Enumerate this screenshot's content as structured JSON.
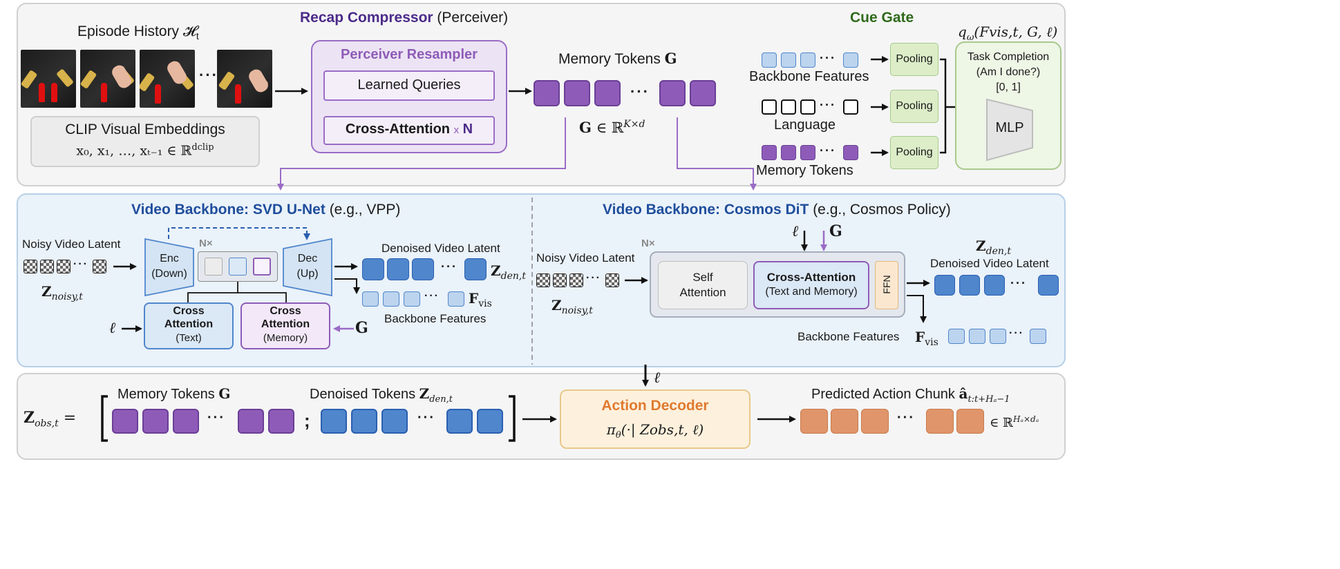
{
  "top": {
    "episode_history": "Episode History 𝓗",
    "episode_history_sub": "t",
    "clip_label": "CLIP Visual Embeddings",
    "clip_formula": "x₀, x₁, …, xₜ₋₁ ∈ ℝ",
    "clip_formula_sup": "dclip",
    "recap_title_bold": "Recap Compressor",
    "recap_title_rest": "(Perceiver)",
    "perceiver_title": "Perceiver Resampler",
    "learned_queries": "Learned Queries",
    "cross_attention": "Cross-Attention",
    "cross_attention_x": "x",
    "cross_attention_n": "N",
    "memory_tokens_title": "Memory Tokens ",
    "memory_tokens_bold": "G",
    "memory_formula_g": "G",
    "memory_formula": " ∈ ℝ",
    "memory_formula_sup": "K×d",
    "cue_gate": "Cue Gate",
    "q_formula": "q",
    "q_sub": "ω",
    "q_args": "(Fvis,t, G, ℓ)",
    "backbone_features": "Backbone Features",
    "language": "Language",
    "memory_tokens": "Memory Tokens",
    "pooling": "Pooling",
    "task_completion": "Task Completion",
    "am_i_done": "(Am I done?)",
    "range": "[0, 1]",
    "mlp": "MLP"
  },
  "middle": {
    "unet_title_bold": "Video Backbone: SVD U-Net",
    "unet_title_rest": "(e.g., VPP)",
    "noisy_latent": "Noisy Video Latent",
    "z_noisy": "Z",
    "z_noisy_sub": "noisy,t",
    "enc_1": "Enc",
    "enc_2": "(Down)",
    "dec_1": "Dec",
    "dec_2": "(Up)",
    "nx": "N×",
    "denoised_latent": "Denoised Video Latent",
    "z_den": "Z",
    "z_den_sub": "den,t",
    "f_vis": "F",
    "f_vis_sub": "vis",
    "backbone_features": "Backbone Features",
    "cross_text_1": "Cross",
    "cross_text_2": "Attention",
    "cross_text_3": "(Text)",
    "cross_mem_1": "Cross",
    "cross_mem_2": "Attention",
    "cross_mem_3": "(Memory)",
    "ell": "ℓ",
    "g": "G",
    "dit_title_bold": "Video Backbone: Cosmos DiT",
    "dit_title_rest": "(e.g., Cosmos Policy)",
    "self_attention_1": "Self",
    "self_attention_2": "Attention",
    "dit_cross_1": "Cross-Attention",
    "dit_cross_2": "(Text and Memory)",
    "ffn": "FFN",
    "denoised_latent_dit": "Denoised Video Latent",
    "backbone_features_dit": "Backbone Features"
  },
  "bottom": {
    "z_obs": "Z",
    "z_obs_sub": "obs,t",
    "equals": "=",
    "memory_tokens": "Memory Tokens ",
    "memory_tokens_bold": "G",
    "denoised_tokens": "Denoised Tokens ",
    "denoised_tokens_z": "Z",
    "denoised_tokens_sub": "den,t",
    "semicolon": ";",
    "action_decoder": "Action Decoder",
    "policy": "π",
    "policy_sub": "θ",
    "policy_args": "(·| Zobs,t, ℓ)",
    "ell": "ℓ",
    "predicted": "Predicted Action Chunk ",
    "a_hat": "â",
    "a_hat_sub": "t:t+Hₐ−1",
    "in_r": "∈ ℝ",
    "in_r_sup": "Hₐ×dₐ"
  },
  "colors": {
    "purple": "#8e5cb8",
    "purple_dark": "#4b2a8a",
    "blue": "#4f86cc",
    "blue_light": "#bcd4ee",
    "blue_title": "#1f4e9c",
    "green": "#2f6a1c",
    "green_box": "#dcedc8",
    "orange": "#e0956a",
    "orange_title": "#e07a2e",
    "panel_bg": "#f5f5f5",
    "middle_bg": "#eaf2fa"
  }
}
